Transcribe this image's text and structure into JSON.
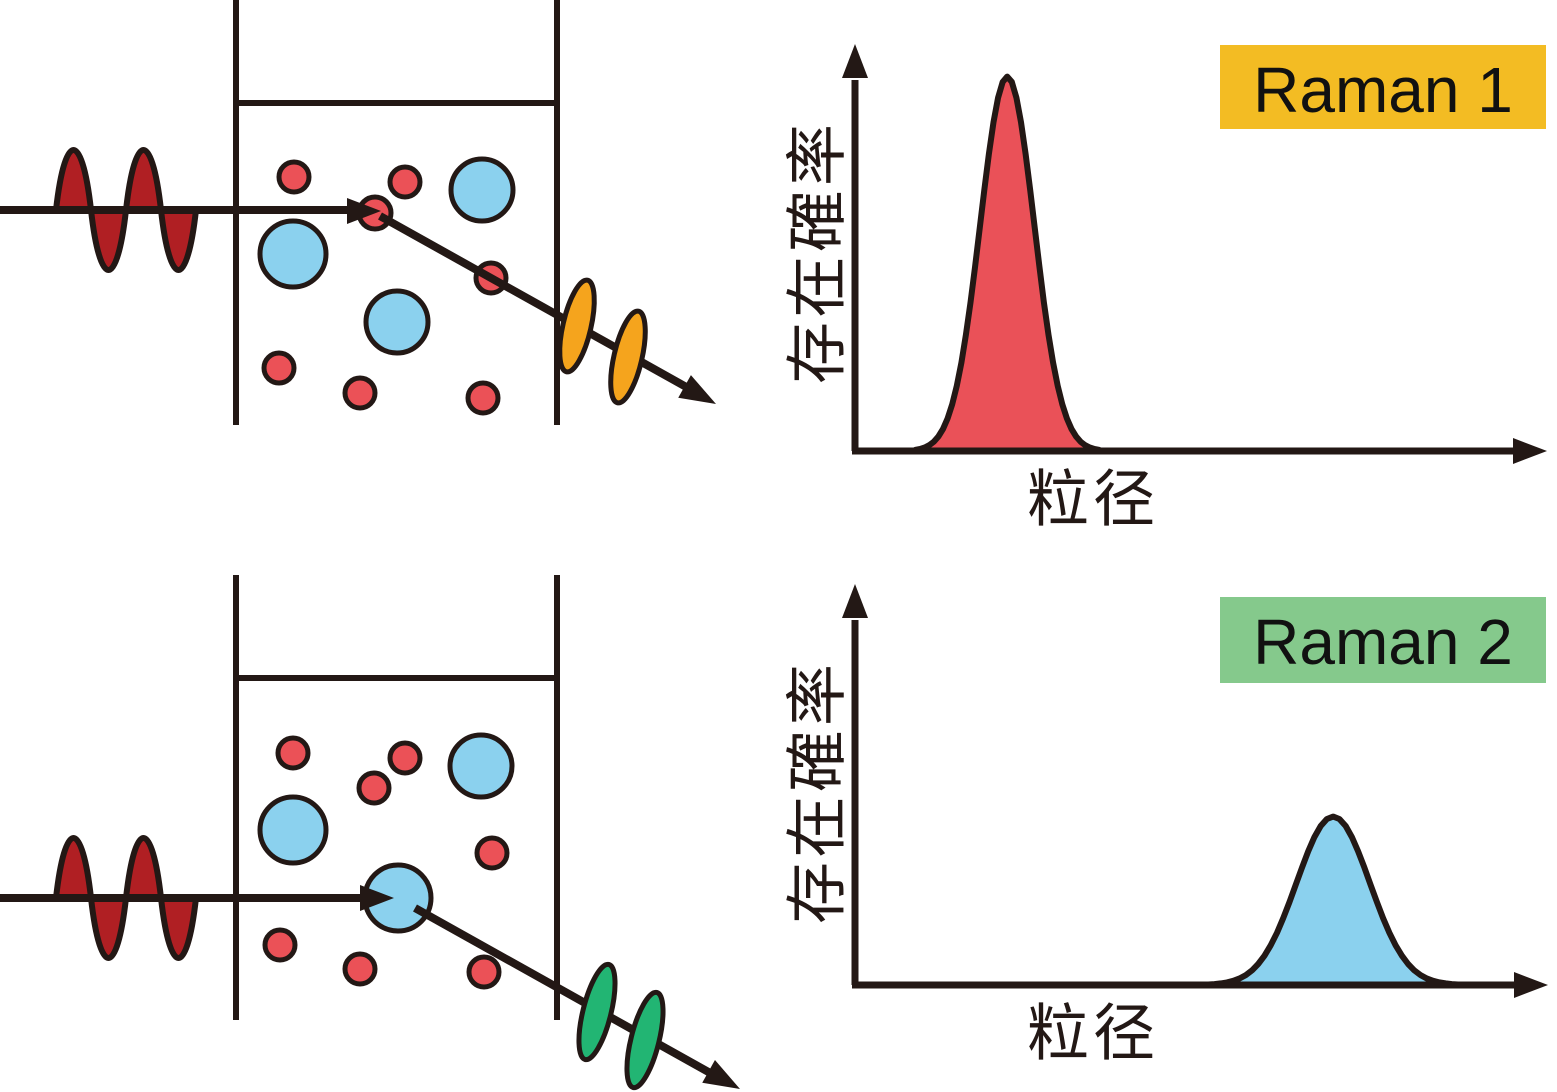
{
  "colors": {
    "ink": "#231815",
    "laser_wave_red": "#B01F23",
    "particle_red": "#EB5157",
    "particle_blue": "#8BD1EE",
    "scattered_wave_orange": "#F5A41D",
    "scattered_wave_green": "#22B573",
    "raman1_label_bg": "#F3BC23",
    "raman2_label_bg": "#85C98C"
  },
  "chart_data": [
    {
      "type": "area",
      "title": "Raman 1",
      "title_bg": "#F3BC23",
      "xlabel": "粒径",
      "ylabel": "存在確率",
      "axis_ticks": "none",
      "legend": "none",
      "peak": {
        "center_frac": 0.22,
        "sigma_frac": 0.039,
        "height_frac": 0.92
      },
      "peak_color": "#EA5158"
    },
    {
      "type": "area",
      "title": "Raman 2",
      "title_bg": "#85C98C",
      "xlabel": "粒径",
      "ylabel": "存在確率",
      "axis_ticks": "none",
      "legend": "none",
      "peak": {
        "center_frac": 0.69,
        "sigma_frac": 0.053,
        "height_frac": 0.42
      },
      "peak_color": "#8BD1EE"
    }
  ]
}
